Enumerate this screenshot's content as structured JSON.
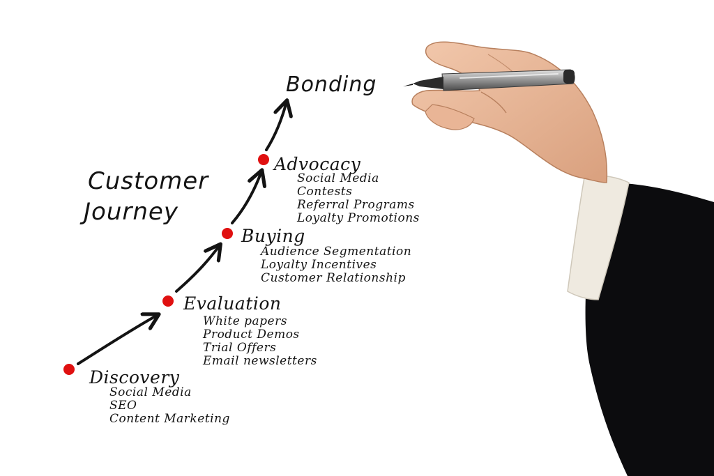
{
  "title": {
    "line1": "Customer",
    "line2": "Journey"
  },
  "top_stage": "Bonding",
  "stages": [
    {
      "name": "Discovery",
      "items": [
        "Social Media",
        "SEO",
        "Content Marketing"
      ]
    },
    {
      "name": "Evaluation",
      "items": [
        "White papers",
        "Product Demos",
        "Trial Offers",
        "Email newsletters"
      ]
    },
    {
      "name": "Buying",
      "items": [
        "Audience Segmentation",
        "Loyalty Incentives",
        "Customer Relationship"
      ]
    },
    {
      "name": "Advocacy",
      "items": [
        "Social Media",
        "Contests",
        "Referral Programs",
        "Loyalty Promotions"
      ]
    }
  ],
  "colors": {
    "dot": "#e01010",
    "ink": "#141414",
    "background": "#ffffff",
    "suit": "#0c0c0e",
    "cuff": "#efeae0",
    "skin": "#e8b99a",
    "pen": "#9a9a9a"
  },
  "icons": {
    "hand": "hand-holding-pen",
    "arrow": "arrow-up-right"
  }
}
